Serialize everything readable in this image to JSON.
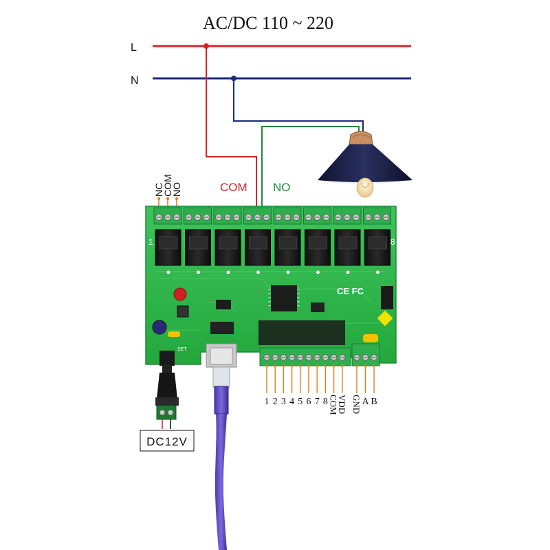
{
  "title": "AC/DC 110 ~ 220",
  "lines": {
    "live_label": "L",
    "neutral_label": "N",
    "live_color": "#d8232a",
    "neutral_color": "#1c2a7a",
    "no_color": "#1e8a3a"
  },
  "relay_contact_labels": [
    "NC",
    "COM",
    "NO"
  ],
  "wire_labels": {
    "com": "COM",
    "no": "NO"
  },
  "board": {
    "relay_first": "1",
    "relay_last": "8",
    "set_label": "SET",
    "fc_mark": "CE FC",
    "pcb_color": "#2fb84a"
  },
  "input_terminals": [
    "1",
    "2",
    "3",
    "4",
    "5",
    "6",
    "7",
    "8",
    "COM",
    "VDD",
    "GND",
    "A",
    "B"
  ],
  "power": {
    "label": "DC12V",
    "plus": "+",
    "minus": "−"
  },
  "icons": {
    "lamp": "pendant-lamp-icon",
    "barrel": "dc-barrel-jack-icon",
    "cable": "ethernet-cable-icon"
  }
}
